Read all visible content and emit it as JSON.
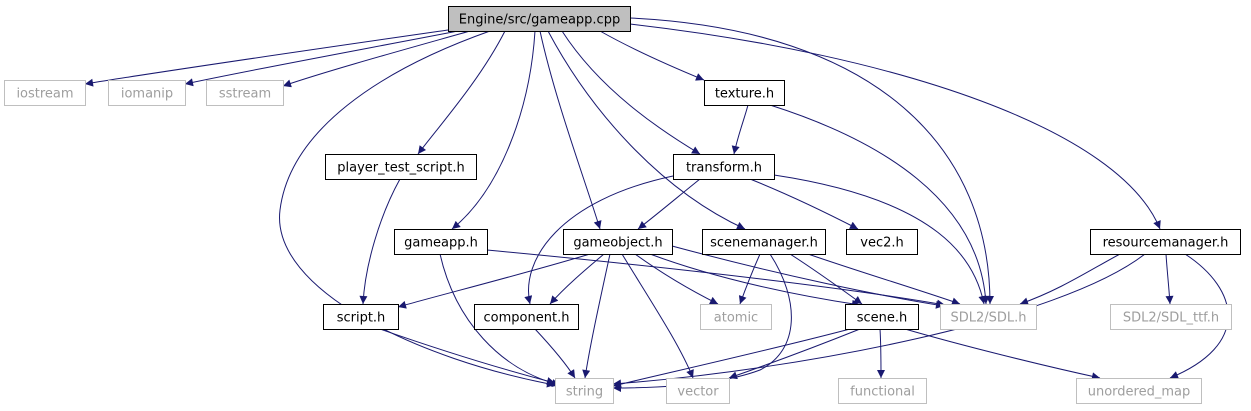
{
  "graph": {
    "type": "include-dependency-graph",
    "root": "Engine/src/gameapp.cpp",
    "colors": {
      "edge": "#191970",
      "root_fill": "#bfbfbf",
      "node_border": "#000000",
      "external_border": "#bfbfbf",
      "external_text": "#9e9e9e"
    },
    "nodes": [
      {
        "id": "gameapp_cpp",
        "label": "Engine/src/gameapp.cpp",
        "kind": "root"
      },
      {
        "id": "iostream",
        "label": "iostream",
        "kind": "external"
      },
      {
        "id": "iomanip",
        "label": "iomanip",
        "kind": "external"
      },
      {
        "id": "sstream",
        "label": "sstream",
        "kind": "external"
      },
      {
        "id": "texture_h",
        "label": "texture.h",
        "kind": "local"
      },
      {
        "id": "player_test_script_h",
        "label": "player_test_script.h",
        "kind": "local"
      },
      {
        "id": "transform_h",
        "label": "transform.h",
        "kind": "local"
      },
      {
        "id": "gameapp_h",
        "label": "gameapp.h",
        "kind": "local"
      },
      {
        "id": "gameobject_h",
        "label": "gameobject.h",
        "kind": "local"
      },
      {
        "id": "scenemanager_h",
        "label": "scenemanager.h",
        "kind": "local"
      },
      {
        "id": "vec2_h",
        "label": "vec2.h",
        "kind": "local"
      },
      {
        "id": "resourcemanager_h",
        "label": "resourcemanager.h",
        "kind": "local"
      },
      {
        "id": "script_h",
        "label": "script.h",
        "kind": "local"
      },
      {
        "id": "component_h",
        "label": "component.h",
        "kind": "local"
      },
      {
        "id": "atomic",
        "label": "atomic",
        "kind": "external"
      },
      {
        "id": "scene_h",
        "label": "scene.h",
        "kind": "local"
      },
      {
        "id": "sdl_h",
        "label": "SDL2/SDL.h",
        "kind": "external"
      },
      {
        "id": "sdl_ttf_h",
        "label": "SDL2/SDL_ttf.h",
        "kind": "external"
      },
      {
        "id": "string",
        "label": "string",
        "kind": "external"
      },
      {
        "id": "vector",
        "label": "vector",
        "kind": "external"
      },
      {
        "id": "functional",
        "label": "functional",
        "kind": "external"
      },
      {
        "id": "unordered_map",
        "label": "unordered_map",
        "kind": "external"
      }
    ],
    "edges": [
      {
        "from": "gameapp_cpp",
        "to": "iostream"
      },
      {
        "from": "gameapp_cpp",
        "to": "iomanip"
      },
      {
        "from": "gameapp_cpp",
        "to": "sstream"
      },
      {
        "from": "gameapp_cpp",
        "to": "texture_h"
      },
      {
        "from": "gameapp_cpp",
        "to": "player_test_script_h"
      },
      {
        "from": "gameapp_cpp",
        "to": "transform_h"
      },
      {
        "from": "gameapp_cpp",
        "to": "gameapp_h"
      },
      {
        "from": "gameapp_cpp",
        "to": "gameobject_h"
      },
      {
        "from": "gameapp_cpp",
        "to": "scenemanager_h"
      },
      {
        "from": "gameapp_cpp",
        "to": "resourcemanager_h"
      },
      {
        "from": "gameapp_cpp",
        "to": "sdl_h"
      },
      {
        "from": "gameapp_cpp",
        "to": "string"
      },
      {
        "from": "texture_h",
        "to": "transform_h"
      },
      {
        "from": "texture_h",
        "to": "sdl_h"
      },
      {
        "from": "player_test_script_h",
        "to": "script_h"
      },
      {
        "from": "transform_h",
        "to": "gameobject_h"
      },
      {
        "from": "transform_h",
        "to": "vec2_h"
      },
      {
        "from": "transform_h",
        "to": "sdl_h"
      },
      {
        "from": "transform_h",
        "to": "component_h"
      },
      {
        "from": "gameapp_h",
        "to": "sdl_h"
      },
      {
        "from": "gameapp_h",
        "to": "string"
      },
      {
        "from": "gameobject_h",
        "to": "script_h"
      },
      {
        "from": "gameobject_h",
        "to": "component_h"
      },
      {
        "from": "gameobject_h",
        "to": "atomic"
      },
      {
        "from": "gameobject_h",
        "to": "scene_h"
      },
      {
        "from": "gameobject_h",
        "to": "sdl_h"
      },
      {
        "from": "gameobject_h",
        "to": "string"
      },
      {
        "from": "gameobject_h",
        "to": "vector"
      },
      {
        "from": "scenemanager_h",
        "to": "atomic"
      },
      {
        "from": "scenemanager_h",
        "to": "scene_h"
      },
      {
        "from": "scenemanager_h",
        "to": "sdl_h"
      },
      {
        "from": "scenemanager_h",
        "to": "string"
      },
      {
        "from": "resourcemanager_h",
        "to": "sdl_h"
      },
      {
        "from": "resourcemanager_h",
        "to": "sdl_ttf_h"
      },
      {
        "from": "resourcemanager_h",
        "to": "string"
      },
      {
        "from": "resourcemanager_h",
        "to": "unordered_map"
      },
      {
        "from": "script_h",
        "to": "string"
      },
      {
        "from": "component_h",
        "to": "string"
      },
      {
        "from": "scene_h",
        "to": "string"
      },
      {
        "from": "scene_h",
        "to": "vector"
      },
      {
        "from": "scene_h",
        "to": "functional"
      },
      {
        "from": "scene_h",
        "to": "unordered_map"
      }
    ]
  }
}
